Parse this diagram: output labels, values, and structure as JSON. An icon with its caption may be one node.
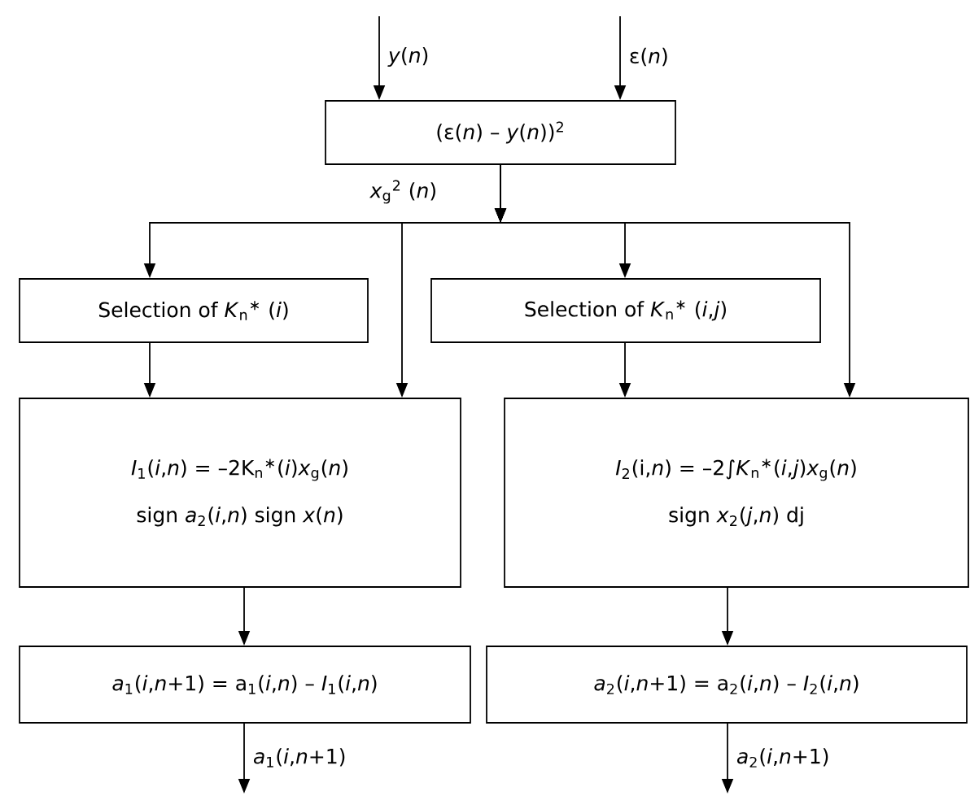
{
  "diagram": {
    "nodes": [
      {
        "text": [
          "(ε(*n*) – *y*(*n*))$^{2}$"
        ]
      },
      {
        "text": [
          "Selection of *K*$_{n}$$^{∗}$ (*i*)"
        ]
      },
      {
        "text": [
          "Selection of *K*$_{n}$$^{∗}$ (*i*,*j*)"
        ]
      },
      {
        "text": [
          "*I*$_{1}$(*i*,*n*) = –2K$_{n}$$^{∗}$(*i*)*x*$_{g}$(*n*)",
          "sign *a*$_{2}$(*i*,*n*) sign *x*(*n*)"
        ]
      },
      {
        "text": [
          "*I*$_{2}$(i,*n*) = –2∫*K*$_{n}$$^{∗}$(*i*,*j*)*x*$_{g}$(*n*)",
          "sign *x*$_{2}$(*j*,*n*) dj"
        ]
      },
      {
        "text": [
          "*a*$_{1}$(*i*,*n*+1) = a$_{1}$(*i*,*n*) – *I*$_{1}$(*i*,*n*)"
        ]
      },
      {
        "text": [
          "*a*$_{2}$(*i*,*n*+1) = a$_{2}$(*i*,*n*) – *I*$_{2}$(*i*,*n*)"
        ]
      }
    ],
    "edges": [
      {
        "from": null,
        "to": 0,
        "arrow": "to",
        "label": "*y*(*n*)"
      },
      {
        "from": null,
        "to": 0,
        "arrow": "to",
        "label": "ε(*n*)"
      },
      {
        "from": 0,
        "to": 1,
        "arrow": "to"
      },
      {
        "from": 0,
        "to": 3,
        "arrow": "to"
      },
      {
        "from": 0,
        "to": 2,
        "arrow": "to"
      },
      {
        "from": 0,
        "to": 4,
        "arrow": "to"
      },
      {
        "from": 1,
        "to": 3,
        "arrow": "to"
      },
      {
        "from": 2,
        "to": 4,
        "arrow": "to"
      },
      {
        "from": 3,
        "to": 5,
        "arrow": "to"
      },
      {
        "from": 4,
        "to": 6,
        "arrow": "to"
      },
      {
        "from": 5,
        "to": null,
        "arrow": "to",
        "label": "*a*$_{1}$(*i*,*n*+1)"
      },
      {
        "from": 6,
        "to": null,
        "arrow": "to",
        "label": "*a*$_{2}$(*i*,*n*+1)"
      }
    ],
    "labels": [
      "*x*$_{g}$$^{2}$ (*n*)"
    ]
  }
}
